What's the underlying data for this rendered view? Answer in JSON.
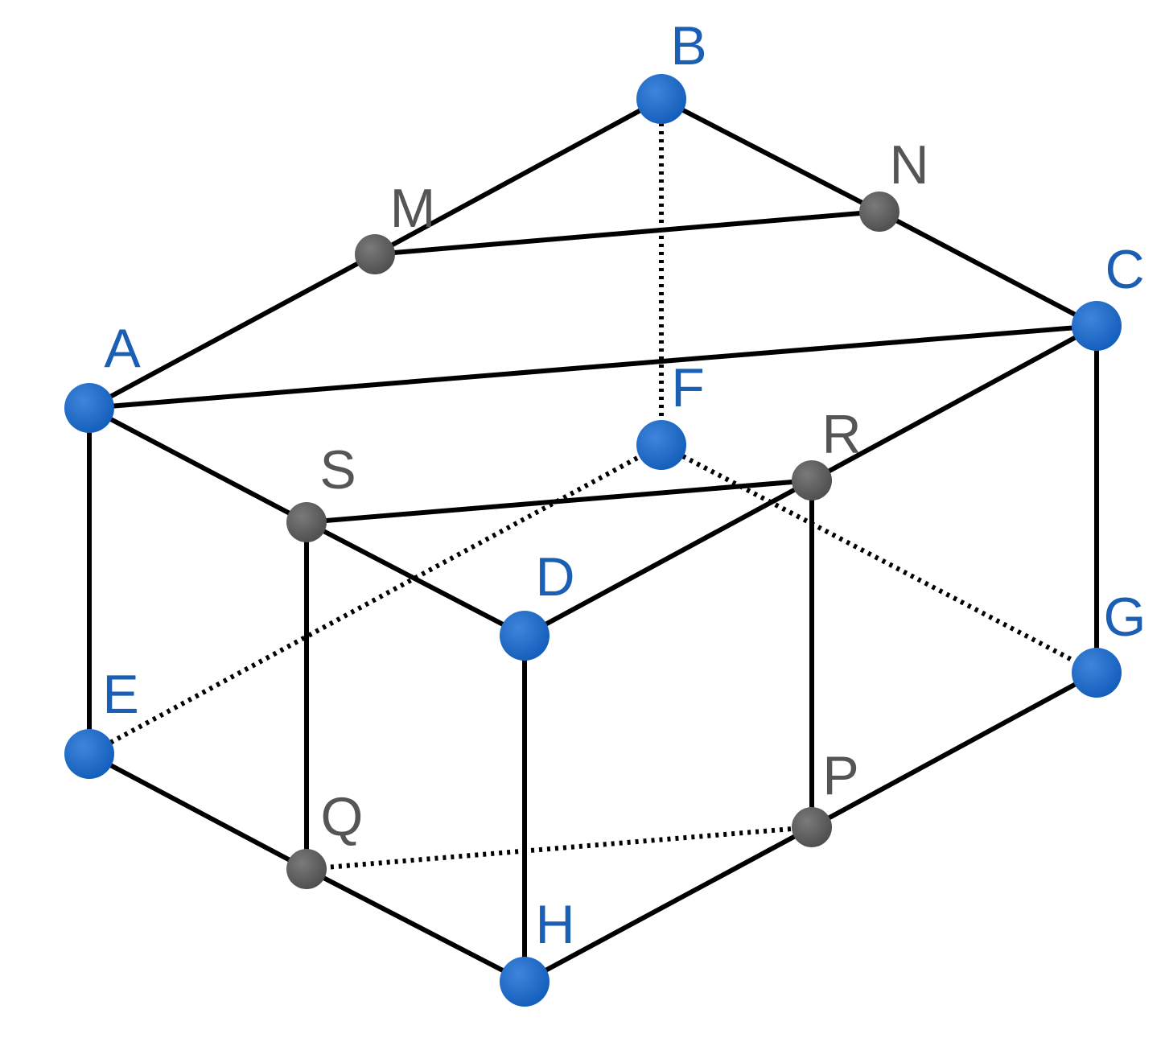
{
  "colors": {
    "vertex": "#1560bd",
    "vertex_highlight": "#3f85da",
    "vertex_label": "#1a5fb4",
    "section_point": "#505050",
    "section_point_highlight": "#7a7a7a",
    "section_label": "#555555",
    "edge": "#000000"
  },
  "points": [
    {
      "id": "A",
      "label": "A",
      "kind": "vertex"
    },
    {
      "id": "B",
      "label": "B",
      "kind": "vertex"
    },
    {
      "id": "C",
      "label": "C",
      "kind": "vertex"
    },
    {
      "id": "D",
      "label": "D",
      "kind": "vertex"
    },
    {
      "id": "E",
      "label": "E",
      "kind": "vertex"
    },
    {
      "id": "F",
      "label": "F",
      "kind": "vertex"
    },
    {
      "id": "G",
      "label": "G",
      "kind": "vertex"
    },
    {
      "id": "H",
      "label": "H",
      "kind": "vertex"
    },
    {
      "id": "M",
      "label": "M",
      "kind": "section"
    },
    {
      "id": "N",
      "label": "N",
      "kind": "section"
    },
    {
      "id": "P",
      "label": "P",
      "kind": "section"
    },
    {
      "id": "Q",
      "label": "Q",
      "kind": "section"
    },
    {
      "id": "R",
      "label": "R",
      "kind": "section"
    },
    {
      "id": "S",
      "label": "S",
      "kind": "section"
    }
  ],
  "edges": [
    {
      "from": "A",
      "to": "M",
      "style": "solid"
    },
    {
      "from": "M",
      "to": "B",
      "style": "solid"
    },
    {
      "from": "B",
      "to": "N",
      "style": "solid"
    },
    {
      "from": "N",
      "to": "C",
      "style": "solid"
    },
    {
      "from": "M",
      "to": "N",
      "style": "solid"
    },
    {
      "from": "A",
      "to": "C",
      "style": "solid"
    },
    {
      "from": "A",
      "to": "S",
      "style": "solid"
    },
    {
      "from": "S",
      "to": "D",
      "style": "solid"
    },
    {
      "from": "D",
      "to": "R",
      "style": "solid"
    },
    {
      "from": "R",
      "to": "C",
      "style": "solid"
    },
    {
      "from": "S",
      "to": "R",
      "style": "solid"
    },
    {
      "from": "A",
      "to": "E",
      "style": "solid"
    },
    {
      "from": "C",
      "to": "G",
      "style": "solid"
    },
    {
      "from": "D",
      "to": "H",
      "style": "solid"
    },
    {
      "from": "S",
      "to": "Q",
      "style": "solid"
    },
    {
      "from": "R",
      "to": "P",
      "style": "solid"
    },
    {
      "from": "E",
      "to": "Q",
      "style": "solid"
    },
    {
      "from": "Q",
      "to": "H",
      "style": "solid"
    },
    {
      "from": "H",
      "to": "P",
      "style": "solid"
    },
    {
      "from": "P",
      "to": "G",
      "style": "solid"
    },
    {
      "from": "B",
      "to": "F",
      "style": "hidden"
    },
    {
      "from": "E",
      "to": "F",
      "style": "hidden"
    },
    {
      "from": "F",
      "to": "G",
      "style": "hidden"
    },
    {
      "from": "Q",
      "to": "P",
      "style": "hidden"
    }
  ]
}
